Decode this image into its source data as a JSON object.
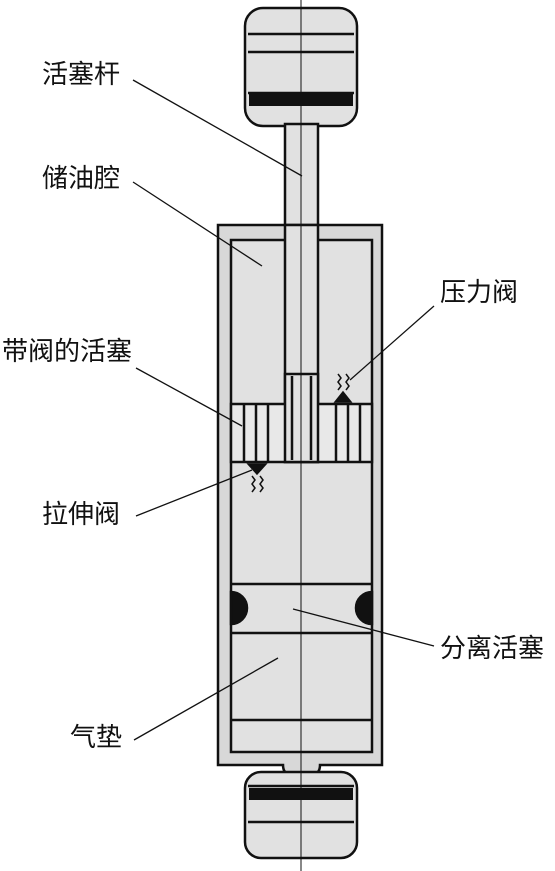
{
  "labels": {
    "piston_rod": "活塞杆",
    "oil_chamber": "储油腔",
    "pressure_valve": "压力阀",
    "valved_piston": "带阀的活塞",
    "rebound_valve": "拉伸阀",
    "separating_piston": "分离活塞",
    "gas_cushion": "气垫"
  },
  "colors": {
    "fill": "#e1e1e1",
    "stroke": "#111111",
    "background": "#ffffff"
  }
}
